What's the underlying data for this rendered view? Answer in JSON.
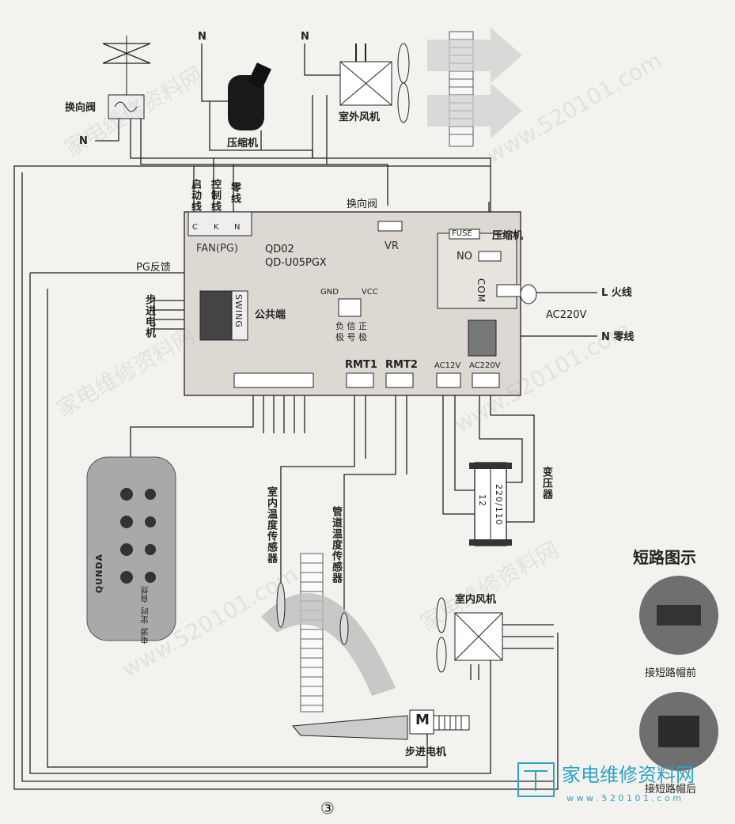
{
  "labels": {
    "valve": "换向阀",
    "valve_n": "N",
    "comp_n": "N",
    "fan_n": "N",
    "compressor": "压缩机",
    "outdoor_fan": "室外风机",
    "start_wire": "启动线",
    "control_wire": "控制线",
    "neutral_wire": "零线",
    "term_c": "C",
    "term_k": "K",
    "term_n": "N",
    "fan_pg": "FAN(PG)",
    "board_valve": "换向阀",
    "vr": "VR",
    "fuse": "FUSE",
    "board_compressor": "压缩机",
    "model1": "QD02",
    "model2": "QD-U05PGX",
    "pg_feedback": "PG反馈",
    "gnd": "GND",
    "vcc": "VCC",
    "no": "NO",
    "com": "COM",
    "live_line": "L  火线",
    "ac220v": "AC220V",
    "neutral_line": "N  零线",
    "stepper_motor_side": "步进电机",
    "swing": "SWING",
    "common": "公共端",
    "neg_signal_pos": "负 信 正",
    "neg_signal_pos2": "极 号 极",
    "rmt1": "RMT1",
    "rmt2": "RMT2",
    "ac12v": "AC12V",
    "ac220v_small": "AC220V",
    "transformer": "变压器",
    "tr_12": "12",
    "tr_220": "220/110",
    "room_sensor": "室内温度传感器",
    "pipe_sensor": "管道温度传感器",
    "indoor_fan": "室内风机",
    "motor_m": "M",
    "stepper_motor": "步进电机",
    "remote_brand": "QUNDA",
    "remote_row1": "电源 定时 自然",
    "short_title": "短路图示",
    "short_before": "接短路帽前",
    "short_after": "接短路帽后",
    "figure_num": "③",
    "footer_brand": "家电维修资料网",
    "footer_url": "w w w . 5 2 0 1 0 1 . c o m",
    "watermarks": [
      "家电维修资料网",
      "www.520101.com",
      "家电维修资料网",
      "www.520101.com",
      "家电维修资料网",
      "www.520101.com"
    ]
  }
}
